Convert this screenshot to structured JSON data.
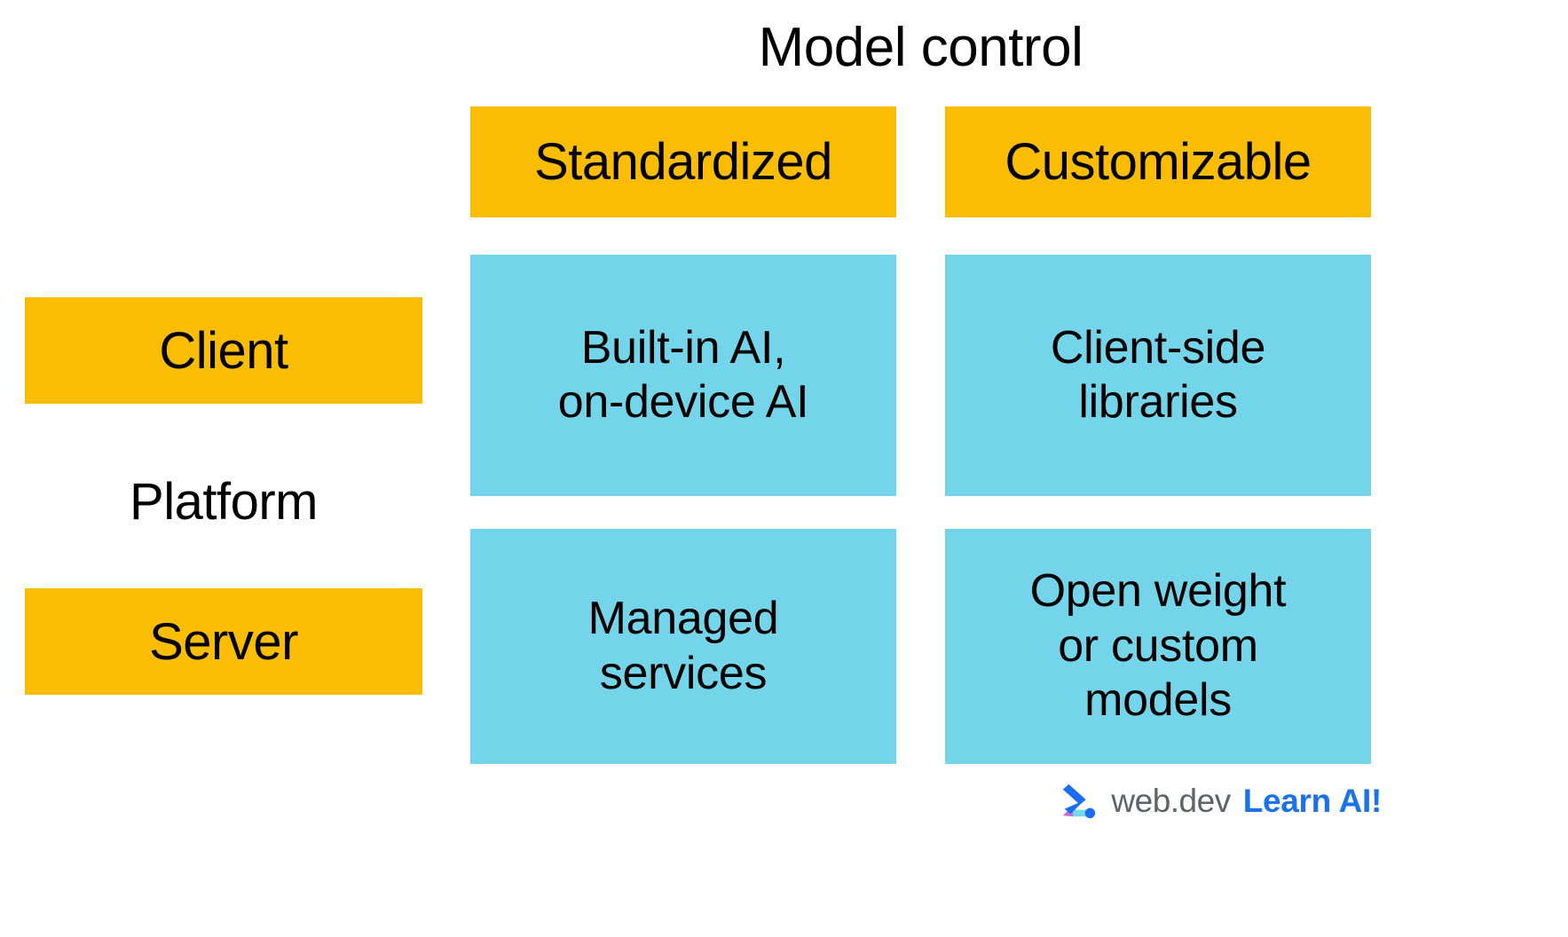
{
  "diagram": {
    "title": "Model control",
    "axis": {
      "column_axis_label": "Model control",
      "row_axis_label": "Platform"
    },
    "column_headers": [
      {
        "label": "Standardized"
      },
      {
        "label": "Customizable"
      }
    ],
    "row_headers": [
      {
        "label": "Client"
      },
      {
        "label": "Server"
      }
    ],
    "cells": [
      {
        "row": "Client",
        "column": "Standardized",
        "line1": "Built-in AI,",
        "line2": "on-device AI",
        "line3": ""
      },
      {
        "row": "Client",
        "column": "Customizable",
        "line1": "Client-side",
        "line2": "libraries",
        "line3": ""
      },
      {
        "row": "Server",
        "column": "Standardized",
        "line1": "Managed",
        "line2": "services",
        "line3": ""
      },
      {
        "row": "Server",
        "column": "Customizable",
        "line1": "Open weight",
        "line2": "or custom",
        "line3": "models"
      }
    ]
  },
  "footer": {
    "wordmark": "web.dev",
    "tagline": "Learn AI!",
    "logo_icon_name": "webdev-logo-icon"
  },
  "colors": {
    "header_yellow": "#FBBC04",
    "cell_blue": "#74D4E9",
    "text_black": "#000000",
    "wordmark_grey": "#5F6368",
    "accent_blue": "#1A73E8",
    "logo_blue": "#1B6EF3",
    "logo_light_blue": "#7AD7F0",
    "logo_magenta": "#C86DD7",
    "background": "#FFFFFF"
  }
}
